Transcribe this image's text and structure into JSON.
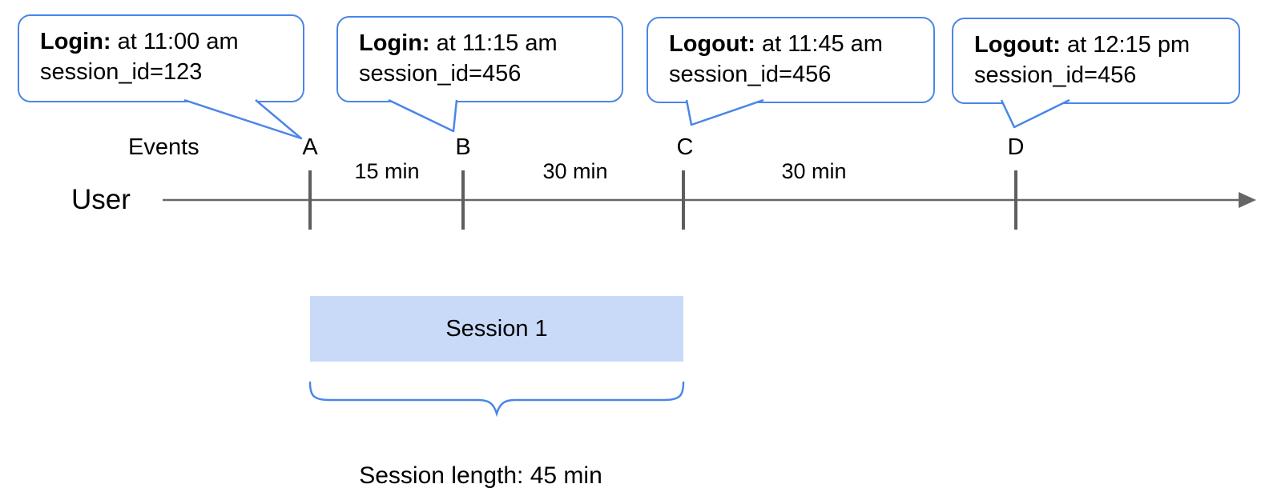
{
  "colors": {
    "accent_blue": "#4a86e8",
    "session_fill": "#c9daf8",
    "axis_gray": "#666666",
    "text_black": "#000000"
  },
  "bubbles": [
    {
      "title": "Login:",
      "detail": " at 11:00 am",
      "line2": "session_id=123"
    },
    {
      "title": "Login:",
      "detail": " at 11:15 am",
      "line2": "session_id=456"
    },
    {
      "title": "Logout:",
      "detail": " at 11:45 am",
      "line2": "session_id=456"
    },
    {
      "title": "Logout:",
      "detail": " at 12:15 pm",
      "line2": "session_id=456"
    }
  ],
  "timeline": {
    "events_label": "Events",
    "axis_label": "User",
    "markers": [
      "A",
      "B",
      "C",
      "D"
    ],
    "intervals": [
      "15 min",
      "30 min",
      "30 min"
    ]
  },
  "session": {
    "box_label": "Session 1",
    "length_label": "Session length: 45 min"
  }
}
